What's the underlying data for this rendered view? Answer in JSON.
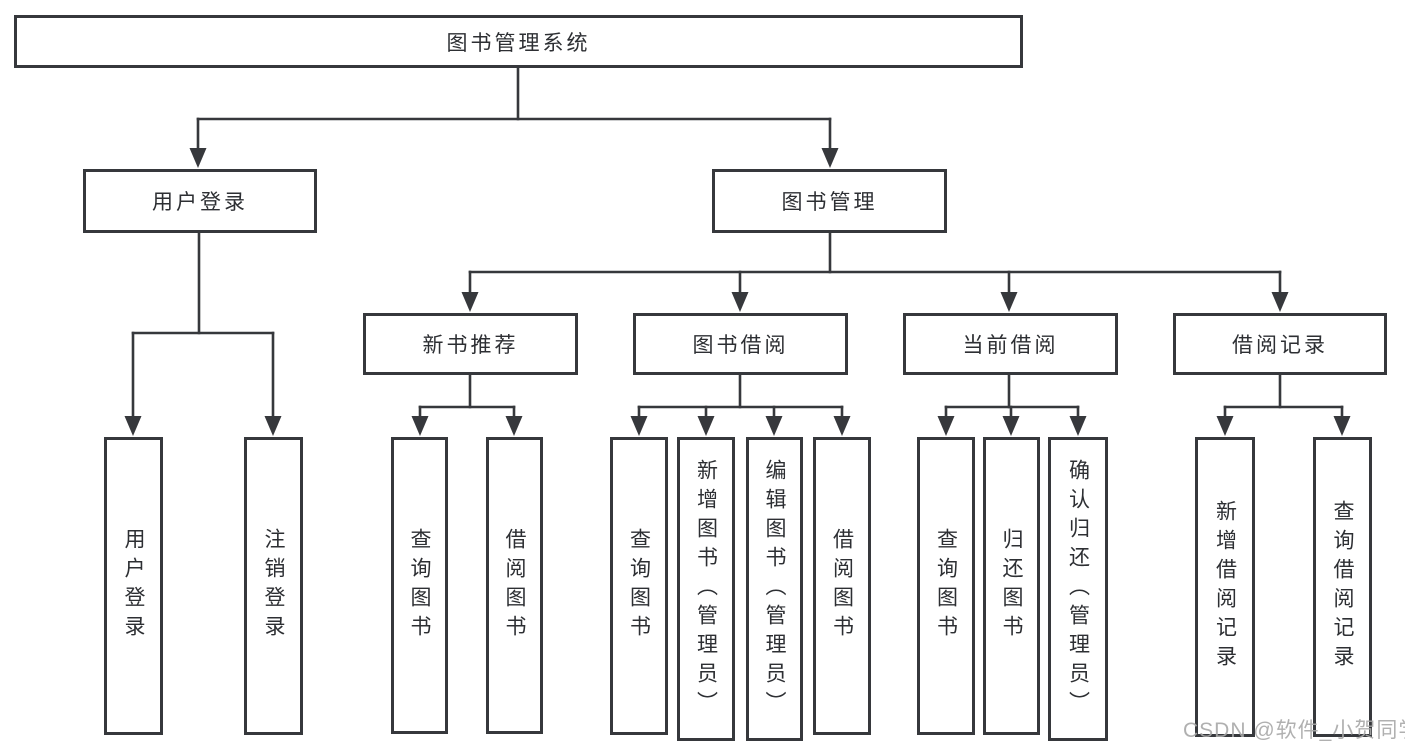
{
  "diagram": {
    "title": "图书管理系统",
    "watermark": "CSDN @软件_小贺同学",
    "colors": {
      "line": "#36383c",
      "box_fill": "#ffffff",
      "text": "#2d2f33",
      "watermark": "#a8a8a8"
    },
    "nodes": {
      "root": {
        "label": "图书管理系统",
        "children": [
          "user_login",
          "book_mgmt"
        ]
      },
      "user_login": {
        "label": "用户登录",
        "children": [
          "login",
          "logout"
        ]
      },
      "book_mgmt": {
        "label": "图书管理",
        "children": [
          "new_books",
          "book_borrow",
          "current_borrow",
          "borrow_records"
        ]
      },
      "login": {
        "label": "用户登录"
      },
      "logout": {
        "label": "注销登录"
      },
      "new_books": {
        "label": "新书推荐",
        "children": [
          "nb_query",
          "nb_borrow"
        ]
      },
      "nb_query": {
        "label": "查询图书"
      },
      "nb_borrow": {
        "label": "借阅图书"
      },
      "book_borrow": {
        "label": "图书借阅",
        "children": [
          "bb_query",
          "bb_add",
          "bb_edit",
          "bb_borrow"
        ]
      },
      "bb_query": {
        "label": "查询图书"
      },
      "bb_add": {
        "label": "新增图书（管理员）"
      },
      "bb_edit": {
        "label": "编辑图书（管理员）"
      },
      "bb_borrow": {
        "label": "借阅图书"
      },
      "current_borrow": {
        "label": "当前借阅",
        "children": [
          "cb_query",
          "cb_return",
          "cb_confirm"
        ]
      },
      "cb_query": {
        "label": "查询图书"
      },
      "cb_return": {
        "label": "归还图书"
      },
      "cb_confirm": {
        "label": "确认归还（管理员）"
      },
      "borrow_records": {
        "label": "借阅记录",
        "children": [
          "br_add",
          "br_query"
        ]
      },
      "br_add": {
        "label": "新增借阅记录"
      },
      "br_query": {
        "label": "查询借阅记录"
      }
    }
  }
}
